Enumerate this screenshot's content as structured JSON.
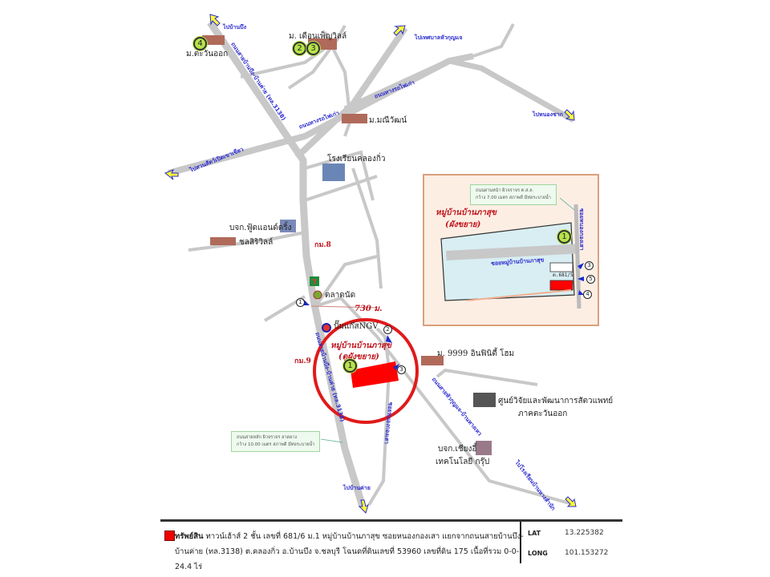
{
  "places": {
    "to_ban_bueng": "ไปบ้านบึง",
    "m_tawan_ok": "ม.ตะวันออก",
    "m_duean_phen": "ม. เดือนเพ็ญวิลล์",
    "to_hua_kunjae": "ไปเทศบาลหัวกุญแจ",
    "m_maniwat": "ม.มณีวัฒน์",
    "to_nong_chak": "ไปหนองชาก",
    "rail_road": "ถนนทางรถไฟเก่า",
    "rail_road_2": "ถนนทางรถไฟเก่า",
    "to_zoo": "ไปสวนสัตว์เปิดเขาเขียว",
    "school": "โรงเรียนคลองกิ่ว",
    "food_company": "บจก.ฟู้ดแอนด์ดริ้ง",
    "chonsiri_ville": "ชลสิริวิลล์",
    "km8": "กม.8",
    "km9": "กม.9",
    "market": "ตลาดนัด",
    "ngv": "ปั๊มแก๊สNGV",
    "distance": "730 ม.",
    "village_title": "หมู่บ้านบ้านภาสุข",
    "village_sub": "(ดูผังขยาย)",
    "m9999": "ม. 9999 อินฟินิตี้ โฮม",
    "research_center_1": "ศูนย์วิจัยและพัฒนาการสัตวแพทย์",
    "research_center_2": "ภาคตะวันออก",
    "chiangi_1": "บจก.เชียงอี้",
    "chiangi_2": "เทคโนโลยี กรุ๊ป",
    "to_ban_khai": "ไปบ้านค่าย",
    "to_ban_hang": "ไปโรงเรียนบ้านหางสำนัก",
    "main_road": "ถนนสายบ้านบึง-บ้านค่าย (ทล.3138)",
    "main_road_lower": "ถนนสายบ้านบึง-บ้านค่าย (ทล.3138)",
    "hua_kunjae_road": "ถนนสายหัวกุญแจ-บ้านหางเหว",
    "nong_kong_soi": "ซอยหนองกองเสา"
  },
  "markers": {
    "m1": "1",
    "m2": "2",
    "m3": "3",
    "m4": "4",
    "m5": "5"
  },
  "inset": {
    "title": "หมู่บ้านบ้านภาสุข",
    "subtitle": "(ผังขยาย)",
    "soi": "ซอยหมู่บ้านบ้านภาสุข",
    "side_road": "ซอยหนองกองเสา",
    "plot_label": "ต.681/5",
    "note_line1": "ถนนผ่านหน้า ผิวจราจร ค.ส.ล.",
    "note_line2": "กว้าง 7.00 เมตร สภาพดี มีท่อระบายน้ำ"
  },
  "main_note": {
    "line1": "ถนนสายหลัก ผิวจราจร ลาดยาง",
    "line2": "กว้าง 10.00 เมตร สภาพดี มีท่อระบายน้ำ"
  },
  "footer": {
    "legend_label": "ทรัพย์สิน",
    "description": " ทาวน์เฮ้าส์ 2 ชั้น เลขที่ 681/6 ม.1 หมู่บ้านบ้านภาสุข ซอยหนองกองเสา แยกจากถนนสายบ้านบึง-บ้านค่าย (ทล.3138) ต.คลองกิ่ว อ.บ้านบึง จ.ชลบุรี โฉนดที่ดินเลขที่ 53960 เลขที่ดิน 175 เนื้อที่รวม 0-0-24.4 ไร่",
    "lat_label": "LAT",
    "lat_value": "13.225382",
    "long_label": "LONG",
    "long_value": "101.153272"
  },
  "colors": {
    "road": "#c8c8c8",
    "property": "#ff0000",
    "circle": "#e01a1a",
    "label_blue": "#2a2ad0",
    "inset_bg": "#fdeee4",
    "inset_border": "#d9a07c",
    "inset_plot": "#d8eef2"
  }
}
